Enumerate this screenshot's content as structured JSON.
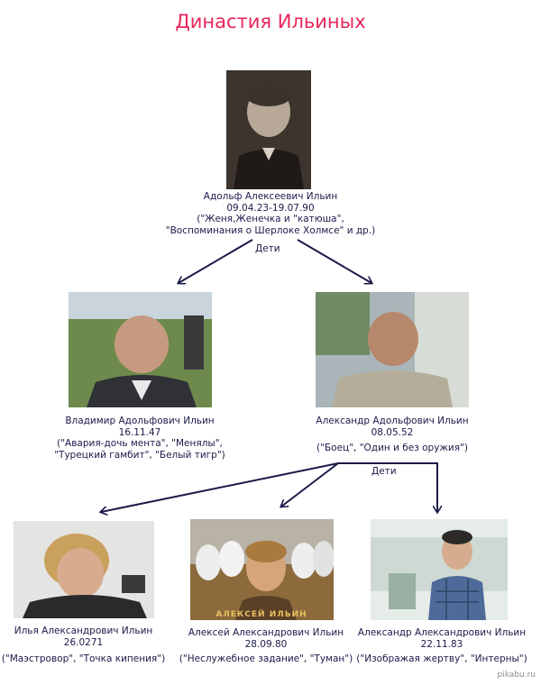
{
  "title": "Династия Ильиных",
  "children_label": "Дети",
  "grandchildren_label": "Дети",
  "watermark": "pikabu.ru",
  "founder": {
    "name": "Адольф Алексеевич Ильин",
    "dates": "09.04.23-19.07.90",
    "films": "(\"Женя,Женечка и \"катюша\", \"Воспоминания о Шерлоке Холмсе\" и др.)"
  },
  "children": [
    {
      "name": "Владимир Адольфович Ильин",
      "dates": "16.11.47",
      "films": "(\"Авария-дочь мента\", \"Менялы\", \"Турецкий гамбит\", \"Белый тигр\")"
    },
    {
      "name": "Александр Адольфович Ильин",
      "dates": "08.05.52",
      "films": "(\"Боец\", \"Один и без оружия\")"
    }
  ],
  "grandchildren": [
    {
      "name": "Илья Александрович Ильин",
      "dates": "26.0271",
      "films": "(\"Маэстровор\", \"Точка кипения\")"
    },
    {
      "name": "Алексей Александрович Ильин",
      "dates": "28.09.80",
      "films": "(\"Неслужебное задание\", \"Туман\")",
      "photo_caption": "АЛЕКСЕЙ ИЛЬИН"
    },
    {
      "name": "Александр Александрович Ильин",
      "dates": "22.11.83",
      "films": "(\"Изображая жертву\", \"Интерны\")"
    }
  ]
}
